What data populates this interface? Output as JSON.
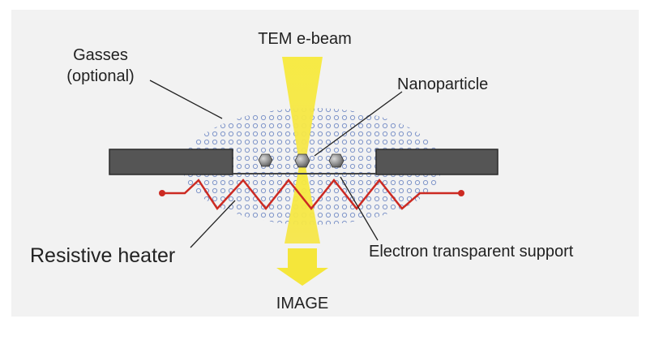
{
  "diagram": {
    "labels": {
      "gasses_line1": "Gasses",
      "gasses_line2": "(optional)",
      "tem_beam": "TEM e-beam",
      "nanoparticle": "Nanoparticle",
      "resistive_heater": "Resistive heater",
      "support": "Electron transparent support",
      "image": "IMAGE"
    },
    "colors": {
      "panel_background": "#f2f2f2",
      "gas_dots": "#7f95c9",
      "membrane_bars": "#555555",
      "beam": "#f5e63a",
      "heater": "#cc2a22",
      "nanoparticle": "#808080",
      "leader_lines": "#222222"
    },
    "icons": {
      "nanoparticle_shape": "hexagon",
      "image_arrow": "down-arrow"
    }
  }
}
